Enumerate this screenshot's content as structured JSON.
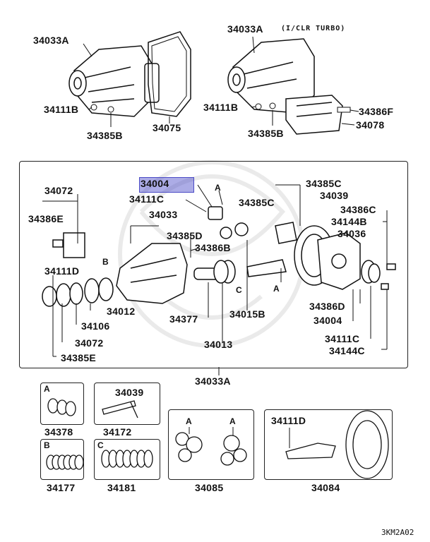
{
  "top_left": {
    "housing": "34033A",
    "gasket": "34075",
    "bolt": "34111B",
    "washer": "34385B"
  },
  "top_right": {
    "housing": "34033A",
    "note": "(I/CLR TURBO)",
    "bolt": "34111B",
    "washer": "34385B",
    "bracket_bolt": "34386F",
    "bracket": "34078"
  },
  "main": {
    "highlight": "34004",
    "labels": {
      "l34072a": "34072",
      "l34386E": "34386E",
      "l34111D": "34111D",
      "l34012": "34012",
      "l34106": "34106",
      "l34072b": "34072",
      "l34385E": "34385E",
      "l34111C_a": "34111C",
      "l34033": "34033",
      "l34385D": "34385D",
      "l34386B": "34386B",
      "l34377": "34377",
      "l34013": "34013",
      "l34015B": "34015B",
      "l34385C_a": "34385C",
      "l34385C_b": "34385C",
      "l34039": "34039",
      "l34386C": "34386C",
      "l34144B": "34144B",
      "l34036": "34036",
      "l34386D": "34386D",
      "l34004b": "34004",
      "l34111C_b": "34111C",
      "l34144C": "34144C"
    },
    "tags": {
      "A1": "A",
      "B1": "B",
      "C1": "C",
      "A2": "A"
    },
    "assembly": "34033A"
  },
  "kits": {
    "k34378": {
      "tag": "A",
      "num": "34378"
    },
    "k34172": {
      "num": "34172",
      "inner": "34039"
    },
    "k34177": {
      "tag": "B",
      "num": "34177"
    },
    "k34181": {
      "tag": "C",
      "num": "34181"
    },
    "k34085": {
      "tagA1": "A",
      "tagA2": "A",
      "num": "34085"
    },
    "k34084": {
      "num": "34084",
      "inner": "34111D"
    }
  },
  "code": "3KM2A02"
}
